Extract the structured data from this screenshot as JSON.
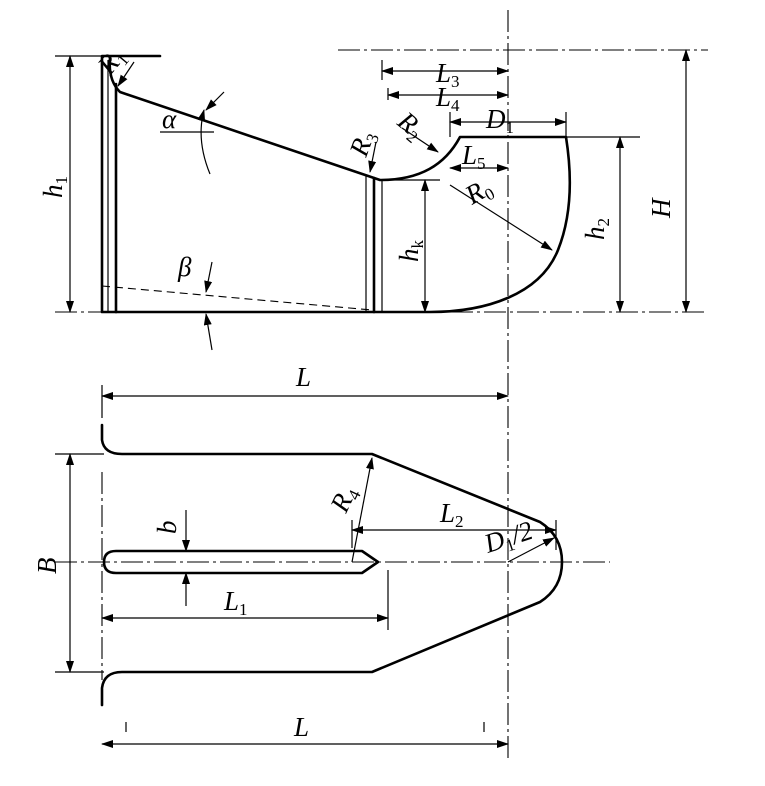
{
  "labels": {
    "R1": {
      "main": "R",
      "sub": "1"
    },
    "alpha": {
      "main": "α"
    },
    "beta": {
      "main": "β"
    },
    "R3": {
      "main": "R",
      "sub": "3"
    },
    "R2": {
      "main": "R",
      "sub": "2"
    },
    "R0": {
      "main": "R",
      "sub": "0"
    },
    "L3": {
      "main": "L",
      "sub": "3"
    },
    "L4": {
      "main": "L",
      "sub": "4"
    },
    "D1": {
      "main": "D",
      "sub": "1"
    },
    "L5": {
      "main": "L",
      "sub": "5"
    },
    "h1": {
      "main": "h",
      "sub": "1"
    },
    "hk": {
      "main": "h",
      "sub": "k"
    },
    "h2": {
      "main": "h",
      "sub": "2"
    },
    "H": {
      "main": "H"
    },
    "L_top": {
      "main": "L"
    },
    "B": {
      "main": "B"
    },
    "b": {
      "main": "b"
    },
    "R4": {
      "main": "R",
      "sub": "4"
    },
    "L2": {
      "main": "L",
      "sub": "2"
    },
    "D1half": {
      "main": "D",
      "sub": "1",
      "tail": "/2"
    },
    "L1": {
      "main": "L",
      "sub": "1"
    },
    "L_bottom": {
      "main": "L"
    }
  }
}
